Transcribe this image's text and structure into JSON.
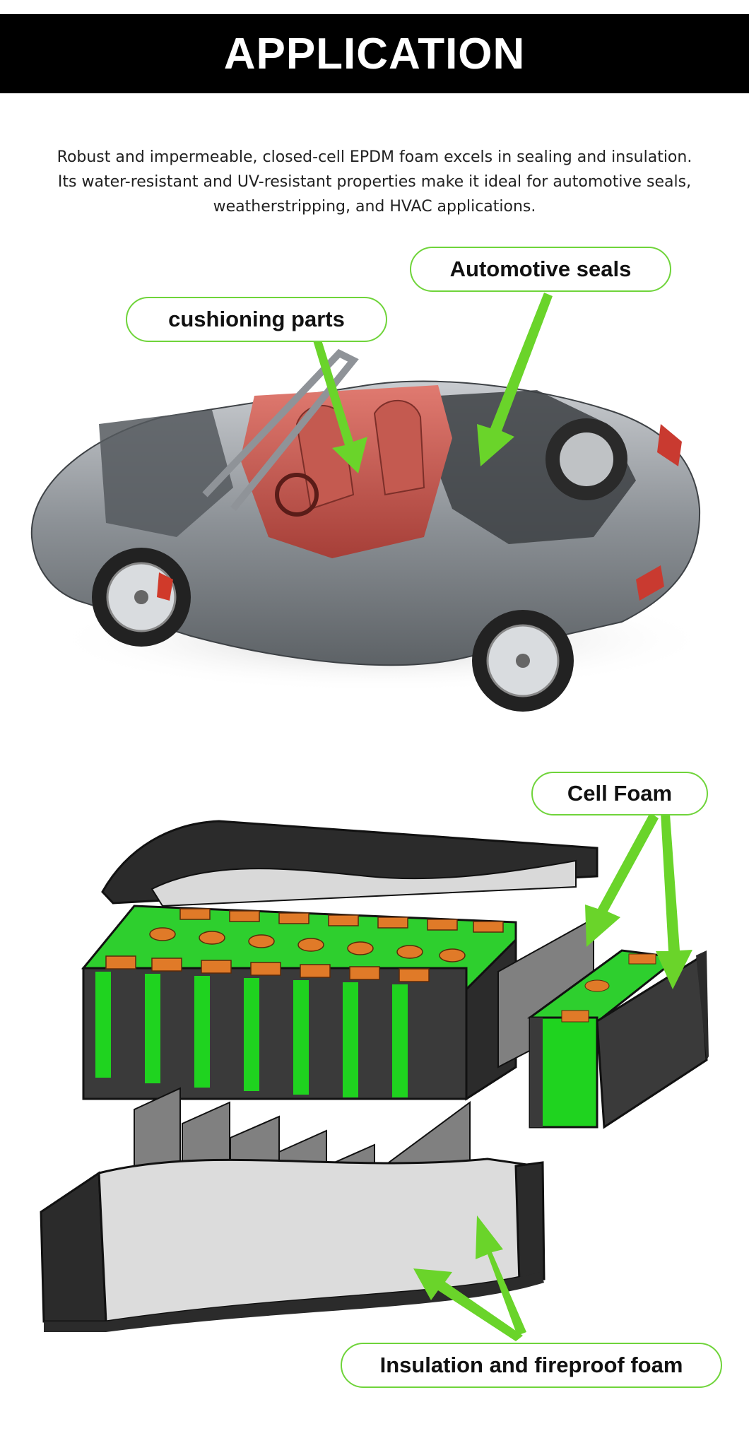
{
  "header": {
    "title": "APPLICATION"
  },
  "intro": {
    "lines": [
      "Robust and impermeable, closed-cell EPDM foam excels in sealing and insulation.",
      "Its water-resistant and UV-resistant properties make it ideal for automotive seals,",
      "weatherstripping, and HVAC applications."
    ]
  },
  "car_section": {
    "labels": {
      "cushioning": "cushioning parts",
      "automotive": "Automotive seals"
    }
  },
  "battery_section": {
    "labels": {
      "cell_foam": "Cell Foam",
      "insulation": "Insulation and fireproof foam"
    }
  },
  "colors": {
    "accent_green": "#6fd43a",
    "cell_green": "#1fd31f",
    "terminal_orange": "#e07a28",
    "banner": "#000000"
  }
}
